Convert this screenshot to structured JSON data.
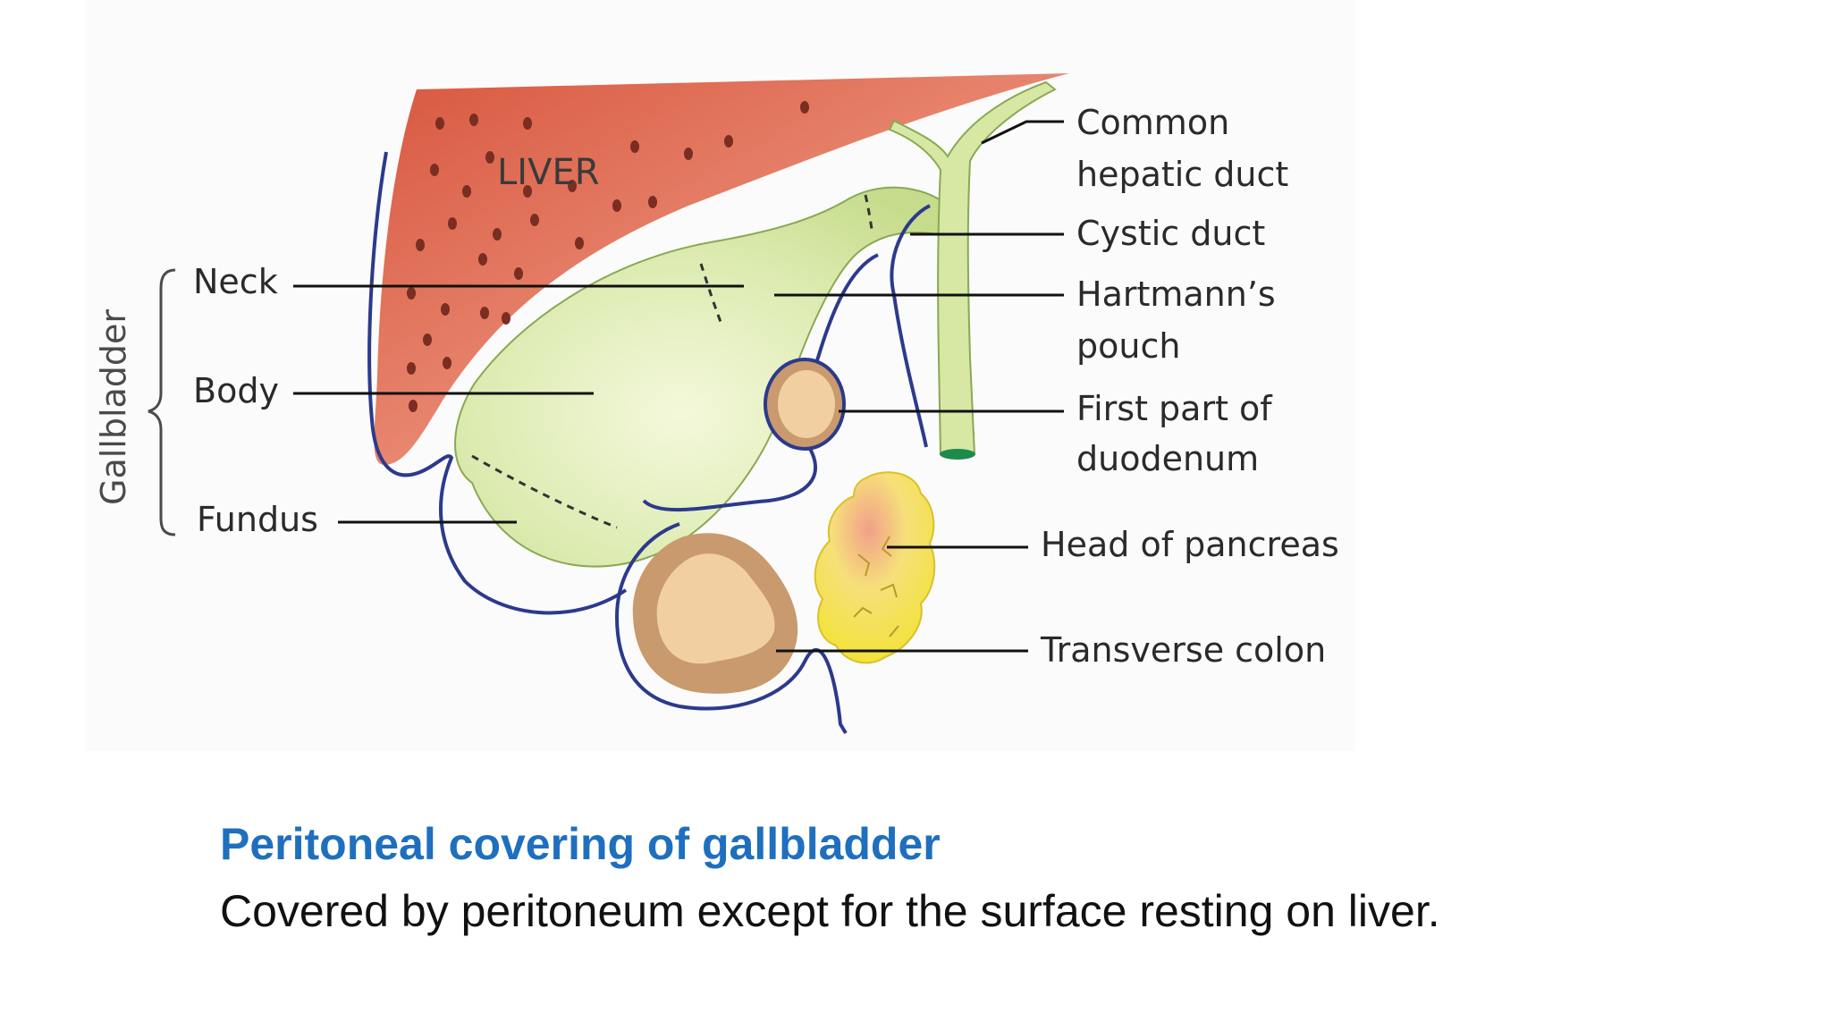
{
  "diagram": {
    "liver_label": "LIVER",
    "side_label": "Gallbladder",
    "labels": {
      "neck": "Neck",
      "body": "Body",
      "fundus": "Fundus",
      "common_hepatic_1": "Common",
      "common_hepatic_2": "hepatic duct",
      "cystic_duct": "Cystic duct",
      "hartmann_1": "Hartmann’s",
      "hartmann_2": "pouch",
      "duodenum_1": "First part of",
      "duodenum_2": "duodenum",
      "pancreas": "Head of pancreas",
      "colon": "Transverse colon"
    },
    "colors": {
      "liver": "#d8573f",
      "gallbladder": "#d6e8a4",
      "peritoneum_line": "#2c3a8c",
      "organ_tan": "#c89a6e",
      "organ_inner": "#f2cfa0",
      "pancreas": "#f4e23c"
    }
  },
  "caption": {
    "title": "Peritoneal covering of gallbladder",
    "text": "Covered by peritoneum except for the surface resting on liver."
  }
}
